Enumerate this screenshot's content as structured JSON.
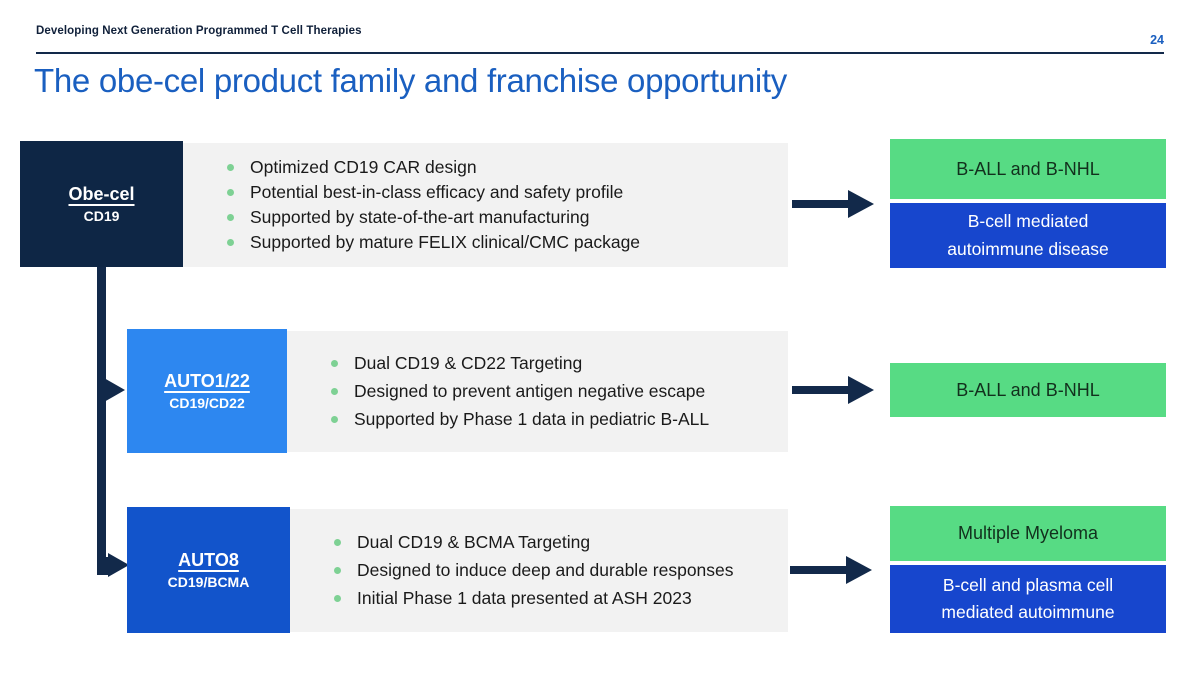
{
  "header": {
    "subtitle": "Developing Next Generation Programmed T Cell Therapies",
    "page_number": "24",
    "title": "The obe-cel product family and franchise opportunity"
  },
  "colors": {
    "navy": "#0e2645",
    "connector_navy": "#12294a",
    "bright_blue": "#2d87f0",
    "mid_blue": "#1254cb",
    "royal_blue": "#1746cd",
    "green": "#57db84",
    "panel_gray": "#f2f2f2",
    "title_blue": "#1a5fc0",
    "bullet_green": "#7ed194"
  },
  "rows": [
    {
      "product": {
        "name": "Obe-cel",
        "target": "CD19"
      },
      "bullets": [
        "Optimized CD19 CAR design",
        "Potential best-in-class efficacy and safety profile",
        "Supported by state-of-the-art manufacturing",
        "Supported by mature FELIX clinical/CMC package"
      ],
      "outcomes": {
        "green": "B-ALL and B-NHL",
        "blue": "B-cell mediated autoimmune disease"
      }
    },
    {
      "product": {
        "name": "AUTO1/22",
        "target": "CD19/CD22"
      },
      "bullets": [
        "Dual CD19 & CD22 Targeting",
        "Designed to prevent antigen negative escape",
        "Supported by Phase 1 data in pediatric B-ALL"
      ],
      "outcomes": {
        "green": "B-ALL and B-NHL"
      }
    },
    {
      "product": {
        "name": "AUTO8",
        "target": "CD19/BCMA"
      },
      "bullets": [
        "Dual CD19 & BCMA Targeting",
        "Designed to induce deep and durable responses",
        "Initial Phase 1 data presented at ASH 2023"
      ],
      "outcomes": {
        "green": "Multiple Myeloma",
        "blue": "B-cell and plasma cell mediated autoimmune"
      }
    }
  ]
}
